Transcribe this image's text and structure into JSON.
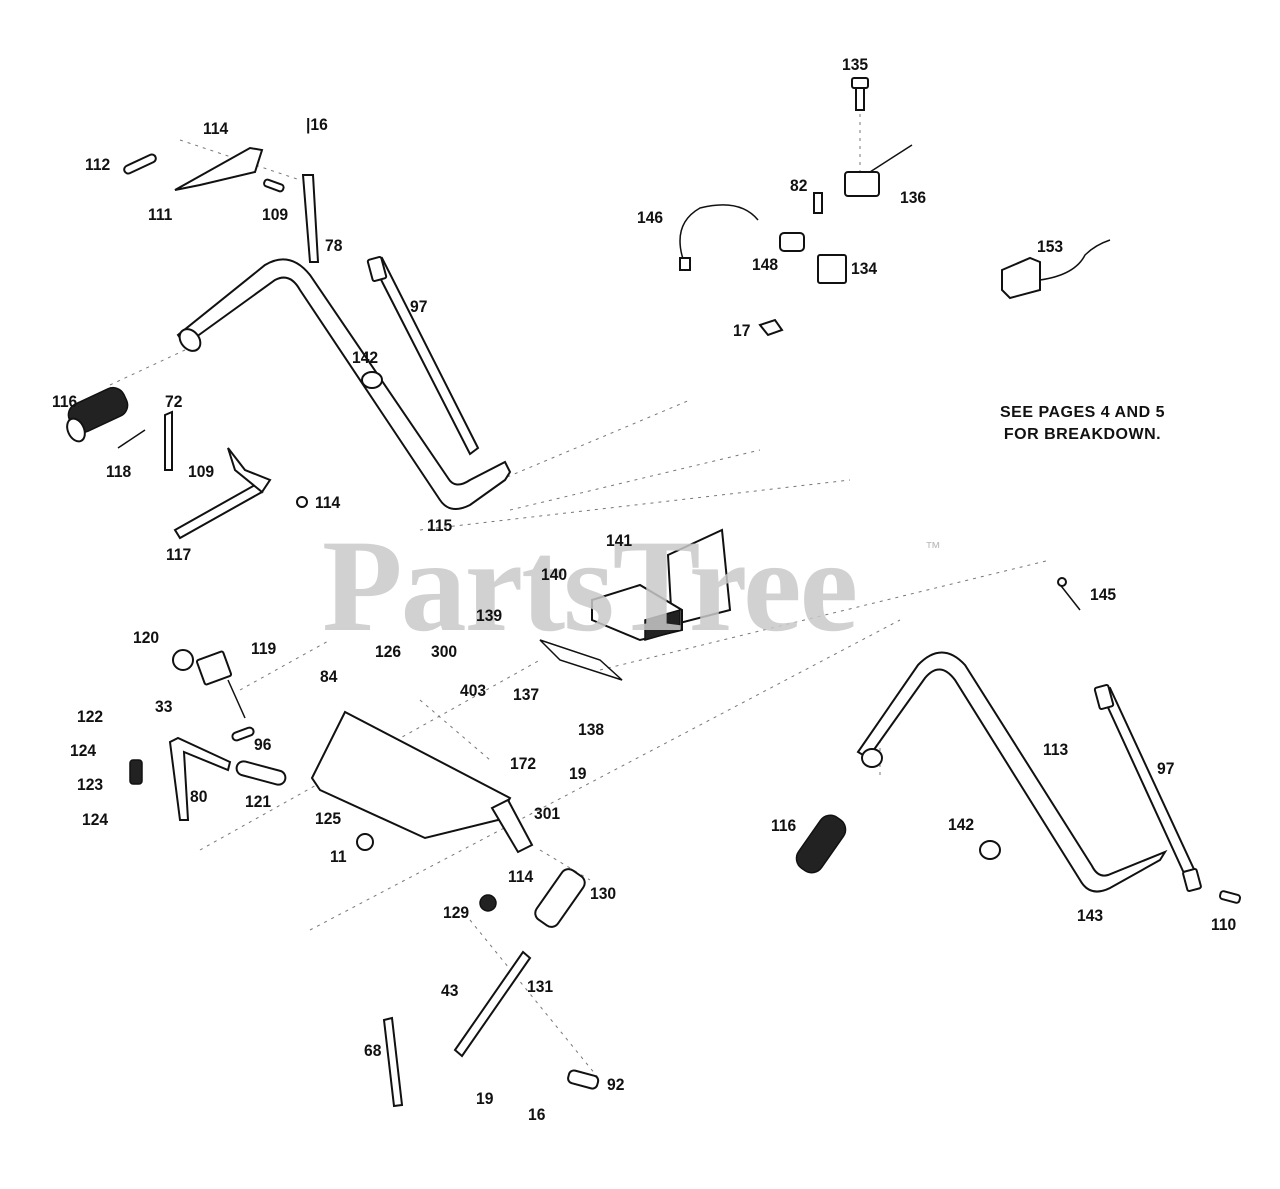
{
  "watermark": "PartsTree",
  "watermark_tm": "™",
  "note": {
    "line1": "SEE PAGES 4 AND 5",
    "line2": "FOR BREAKDOWN."
  },
  "part_numbers": {
    "p135": "135",
    "p136": "136",
    "p82": "82",
    "p146": "146",
    "p148": "148",
    "p134": "134",
    "p153": "153",
    "p17": "17",
    "p114a": "114",
    "p16a": "16",
    "p112": "112",
    "p111": "111",
    "p109a": "109",
    "p78": "78",
    "p97a": "97",
    "p142a": "142",
    "p116a": "116",
    "p72": "72",
    "p118": "118",
    "p109b": "109",
    "p114b": "114",
    "p115": "115",
    "p117": "117",
    "p141": "141",
    "p140": "140",
    "p139": "139",
    "p145": "145",
    "p120": "120",
    "p119": "119",
    "p126": "126",
    "p300": "300",
    "p84": "84",
    "p403": "403",
    "p137": "137",
    "p138": "138",
    "p33": "33",
    "p122": "122",
    "p124a": "124",
    "p96": "96",
    "p172": "172",
    "p19a": "19",
    "p123": "123",
    "p80": "80",
    "p121": "121",
    "p125": "125",
    "p301": "301",
    "p124b": "124",
    "p11": "11",
    "p114c": "114",
    "p129": "129",
    "p130": "130",
    "p131": "131",
    "p43": "43",
    "p68": "68",
    "p19b": "19",
    "p16b": "16",
    "p92": "92",
    "p113": "113",
    "p97b": "97",
    "p116b": "116",
    "p142b": "142",
    "p143": "143",
    "p110": "110"
  }
}
